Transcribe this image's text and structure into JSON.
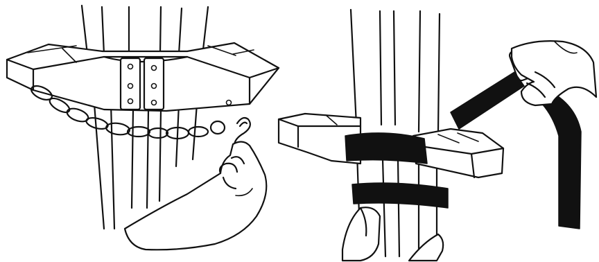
{
  "illustration": {
    "panels": [
      {
        "id": "left",
        "subject": "chain-and-hook-fastening"
      },
      {
        "id": "right",
        "subject": "strap-buckle-fastening"
      }
    ],
    "colors": {
      "ink": "#111111",
      "paper": "#ffffff"
    }
  }
}
